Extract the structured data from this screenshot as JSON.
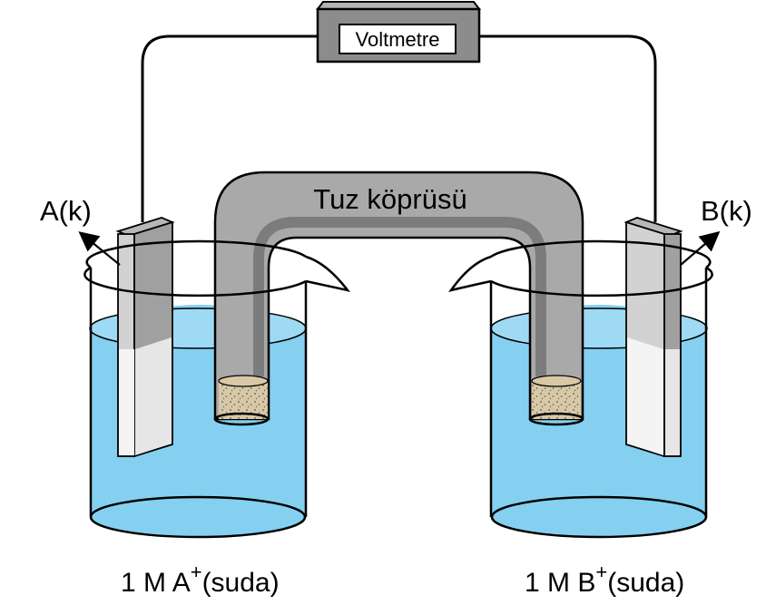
{
  "voltmeter": {
    "label": "Voltmetre"
  },
  "salt_bridge": {
    "label": "Tuz köprüsü"
  },
  "left_electrode": {
    "label": "A(k)"
  },
  "right_electrode": {
    "label": "B(k)"
  },
  "left_solution": {
    "prefix": "1 M A",
    "superscript": "+",
    "suffix": "(suda)"
  },
  "right_solution": {
    "prefix": "1 M B",
    "superscript": "+",
    "suffix": "(suda)"
  },
  "colors": {
    "solution": "#85d0f0",
    "solution_edge": "#6bc4ea",
    "bridge": "#a9a9a9",
    "bridge_inner": "#7c7c7c",
    "electrode_light": "#c8c8c8",
    "electrode_dark": "#8c8c8c",
    "plug": "#d8c8a6",
    "voltmeter_body": "#8c8c8c",
    "voltmeter_face": "#ffffff"
  }
}
